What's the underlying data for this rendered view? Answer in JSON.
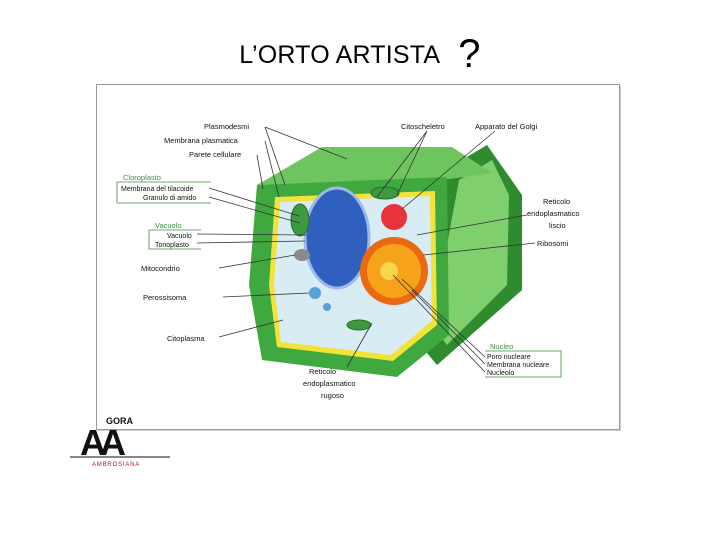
{
  "title": {
    "text": "L’ORTO ARTISTA",
    "mark": "?"
  },
  "labels": {
    "plasmodesmi": "Plasmodesmi",
    "membrana_plasmatica": "Membrana plasmatica",
    "parete_cellulare": "Parete cellulare",
    "cloroplasto": "Cloroplasto",
    "membrana_tilacoide": "Membrana del tilacoide",
    "granulo_amido": "Granulo di amido",
    "vacuolo": "Vacuolo",
    "vacuolo_item": "Vacuolo",
    "tonoplasto": "Tonoplasto",
    "mitocondrio": "Mitocondrio",
    "perossisoma": "Perossisoma",
    "citoplasma": "Citoplasma",
    "citoscheletro": "Citoscheletro",
    "golgi": "Apparato del Golgi",
    "rel_1": "Reticolo",
    "rel_2": "endoplasmatico",
    "rel_3": "liscio",
    "ribosomi": "Ribosomi",
    "nucleo": "Nucleo",
    "poro_nucleare": "Poro nucleare",
    "membrana_nucleare": "Membrana nucleare",
    "nucleolo": "Nucleolo",
    "rer_1": "Reticolo",
    "rer_2": "endoplasmatico",
    "rer_3": "rugoso"
  },
  "logo": {
    "top": "GORA",
    "letters": "AA",
    "bottom": "AMBROSIANA"
  },
  "colors": {
    "wall_dark": "#2e8b2e",
    "wall_mid": "#3fa83f",
    "wall_light": "#7fcf6f",
    "cytoplasm": "#d8ecf4",
    "vacuole": "#2f5fbf",
    "nucleus": "#f6a21a",
    "golgi": "#e8323c",
    "membrane": "#f2e23a",
    "group_label": "#3d8f3d"
  }
}
